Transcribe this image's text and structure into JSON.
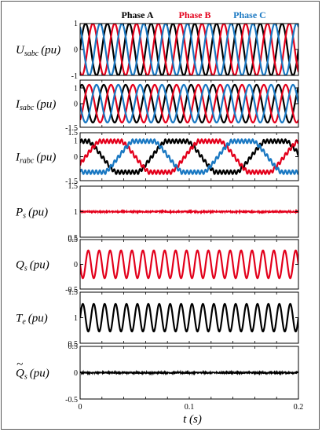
{
  "chart_data": [
    {
      "type": "line",
      "ylabel": {
        "main": "U",
        "sub": "sabc",
        "unit": "(pu)"
      },
      "ylim": [
        -1,
        1
      ],
      "yticks": [
        "1",
        "0",
        "-1"
      ],
      "yticks_values": [
        1,
        0,
        -1
      ],
      "legend": {
        "placement": "top",
        "entries": [
          "Phase A",
          "Phase B",
          "Phase C"
        ]
      },
      "series": [
        {
          "name": "Phase A",
          "color": "#000000",
          "kind": "sine",
          "amplitude": 1.0,
          "frequency_hz": 50,
          "phase_deg": 0
        },
        {
          "name": "Phase B",
          "color": "#e3001b",
          "kind": "sine",
          "amplitude": 1.0,
          "frequency_hz": 50,
          "phase_deg": -120
        },
        {
          "name": "Phase C",
          "color": "#1a78c2",
          "kind": "sine",
          "amplitude": 1.0,
          "frequency_hz": 50,
          "phase_deg": 120
        }
      ]
    },
    {
      "type": "line",
      "ylabel": {
        "main": "I",
        "sub": "sabc",
        "unit": "(pu)"
      },
      "ylim": [
        -1.5,
        1.5
      ],
      "yticks": [
        "1",
        "0",
        "-1.5"
      ],
      "yticks_values": [
        1,
        0,
        -1.5
      ],
      "series": [
        {
          "color": "#000000",
          "kind": "sine",
          "amplitude": 1.2,
          "frequency_hz": 50,
          "phase_deg": 60
        },
        {
          "color": "#e3001b",
          "kind": "sine",
          "amplitude": 1.2,
          "frequency_hz": 50,
          "phase_deg": -60
        },
        {
          "color": "#1a78c2",
          "kind": "sine",
          "amplitude": 1.2,
          "frequency_hz": 50,
          "phase_deg": 180
        }
      ]
    },
    {
      "type": "line",
      "ylabel": {
        "main": "I",
        "sub": "rabc",
        "unit": "(pu)"
      },
      "ylim": [
        -1.5,
        1.5
      ],
      "yticks": [
        "1.5",
        "1",
        "0",
        "-1.5"
      ],
      "yticks_values": [
        1.5,
        1,
        0,
        -1.5
      ],
      "series": [
        {
          "color": "#000000",
          "kind": "rotor",
          "amplitude": 1.1,
          "frequency_hz": 11,
          "phase_deg": 100,
          "ripple": 0.12
        },
        {
          "color": "#e3001b",
          "kind": "rotor",
          "amplitude": 1.1,
          "frequency_hz": 11,
          "phase_deg": -20,
          "ripple": 0.12
        },
        {
          "color": "#1a78c2",
          "kind": "rotor",
          "amplitude": 1.1,
          "frequency_hz": 11,
          "phase_deg": 220,
          "ripple": 0.12
        }
      ]
    },
    {
      "type": "line",
      "ylabel": {
        "main": "P",
        "sub": "s",
        "unit": "(pu)"
      },
      "ylim": [
        0.5,
        1.5
      ],
      "yticks": [
        "1.5",
        "1",
        "0.5"
      ],
      "yticks_values": [
        1.5,
        1,
        0.5
      ],
      "series": [
        {
          "color": "#e3001b",
          "kind": "noisy_const",
          "offset": 1.0,
          "noise": 0.012
        }
      ]
    },
    {
      "type": "line",
      "ylabel": {
        "main": "Q",
        "sub": "s",
        "unit": "(pu)"
      },
      "ylim": [
        -0.5,
        0.5
      ],
      "yticks": [
        "0.5",
        "0",
        "-0.5"
      ],
      "yticks_values": [
        0.5,
        0,
        -0.5
      ],
      "series": [
        {
          "color": "#e3001b",
          "kind": "osc",
          "offset": 0.0,
          "amplitude": 0.28,
          "frequency_hz": 100,
          "phase_deg": 180
        }
      ]
    },
    {
      "type": "line",
      "ylabel": {
        "main": "T",
        "sub": "e",
        "unit": "(pu)"
      },
      "ylim": [
        0.5,
        1.5
      ],
      "yticks": [
        "1.5",
        "1",
        "0.5"
      ],
      "yticks_values": [
        1.5,
        1,
        0.5
      ],
      "series": [
        {
          "color": "#000000",
          "kind": "osc",
          "offset": 1.0,
          "amplitude": 0.27,
          "frequency_hz": 100,
          "phase_deg": 0
        }
      ]
    },
    {
      "type": "line",
      "ylabel": {
        "main": "Q",
        "sub": "s",
        "unit": "(pu)",
        "tilde": "~"
      },
      "ylim": [
        -0.5,
        0.5
      ],
      "yticks": [
        "0.5",
        "0",
        "-0.5"
      ],
      "yticks_values": [
        0.5,
        0,
        -0.5
      ],
      "xlim": [
        0,
        0.2
      ],
      "xticks": [
        "0",
        "0.1",
        "0.2"
      ],
      "xticks_values": [
        0,
        0.1,
        0.2
      ],
      "xlabel": {
        "main": "t",
        "unit": "(s)"
      },
      "series": [
        {
          "color": "#000000",
          "kind": "noisy_const",
          "offset": 0.0,
          "noise": 0.012
        }
      ]
    }
  ]
}
